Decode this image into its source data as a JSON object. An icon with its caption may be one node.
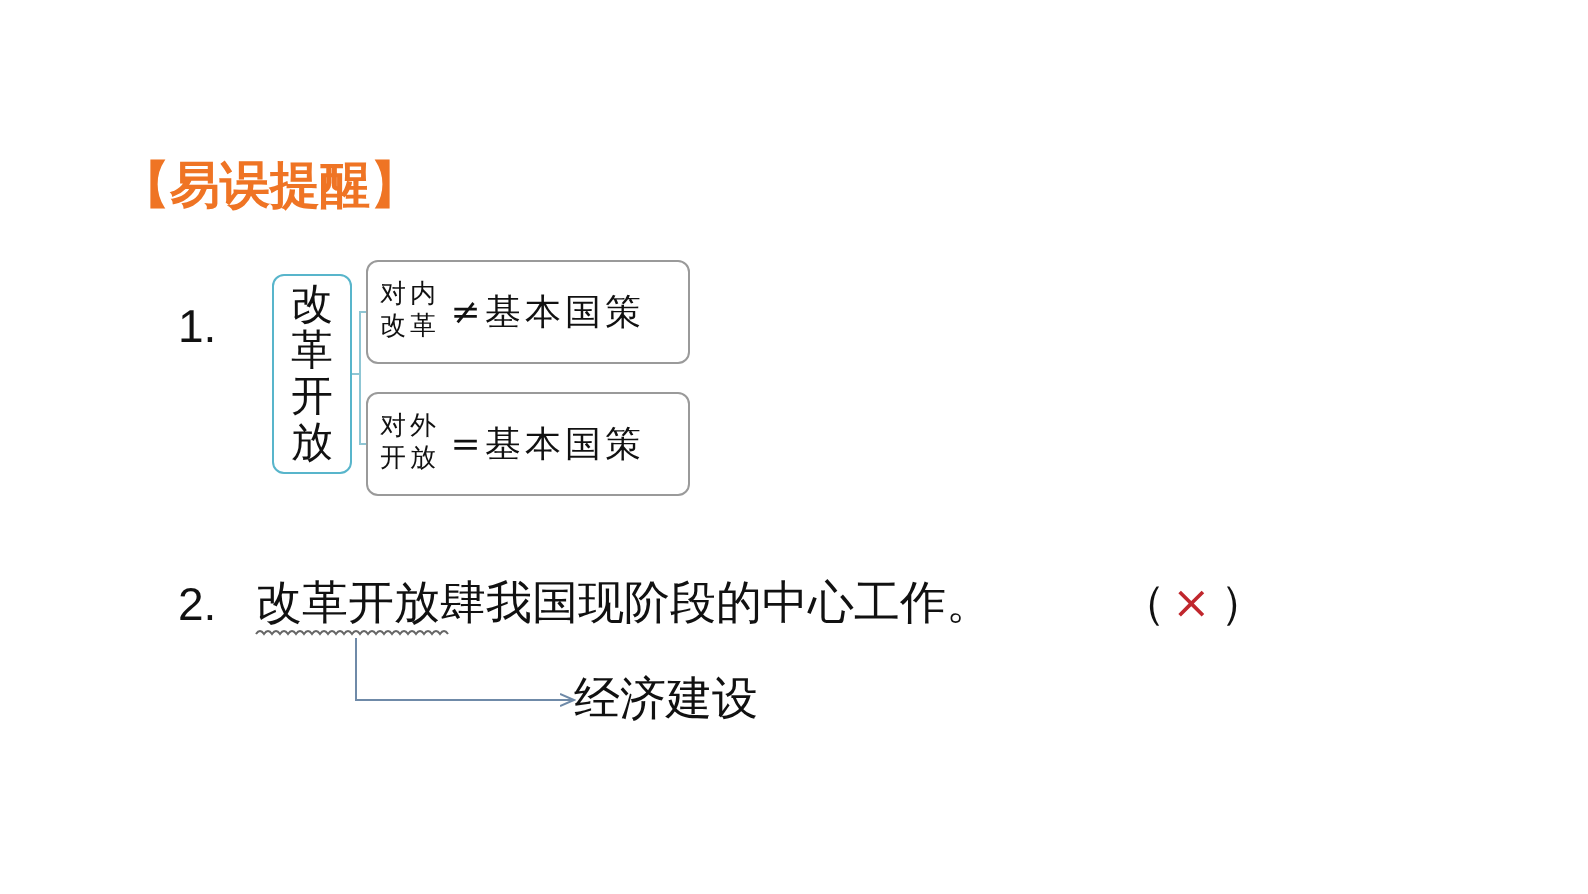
{
  "diagram": {
    "title": "【易误提醒】",
    "nodes": [
      {
        "text": [
          "改革开放"
        ]
      },
      {
        "text": [
          "对内改革",
          "≠基本国策"
        ]
      },
      {
        "text": [
          "对外开放",
          "=基本国策"
        ]
      },
      {
        "text": [
          "改革开放肆我国现阶段的中心工作。"
        ]
      },
      {
        "text": [
          "经济建设"
        ]
      }
    ],
    "edges": [
      {
        "from": 0,
        "to": 1,
        "arrow": "none"
      },
      {
        "from": 0,
        "to": 2,
        "arrow": "none"
      },
      {
        "from": 3,
        "to": 4,
        "arrow": "to"
      }
    ],
    "labels": [
      "1.",
      "2.",
      "（",
      "×",
      "）"
    ]
  }
}
